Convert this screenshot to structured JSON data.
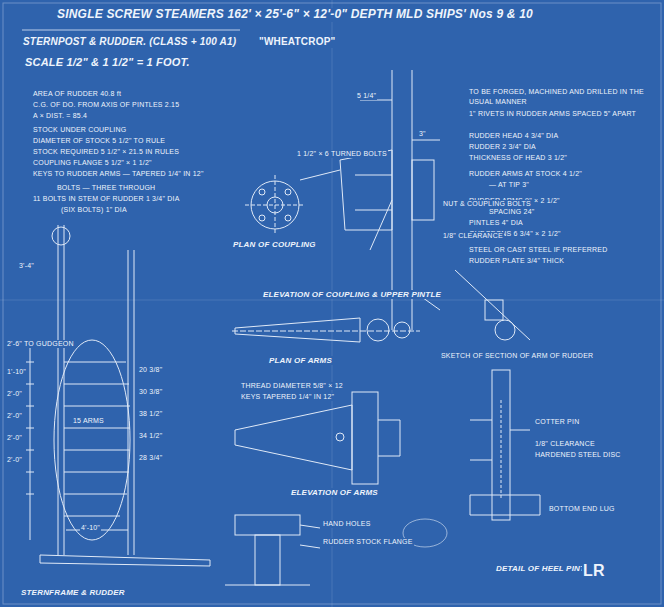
{
  "diagram": {
    "title": "SINGLE SCREW STEAMERS 162' × 25'-6\" × 12'-0\" DEPTH MLD   SHIPS' Nos 9 & 10",
    "labels": [
      "STERNPOST & RUDDER. (CLASS + 100 A1)",
      "\"WHEATCROP\"",
      "SCALE 1/2\" & 1 1/2\" = 1 FOOT.",
      "AREA OF RUDDER 40.8 ft",
      "C.G. OF DO. FROM AXIS OF PINTLES 2.15",
      "A × DIST. = 85.4",
      "STOCK UNDER COUPLING",
      "DIAMETER OF STOCK 5 1/2\" TO RULE",
      "STOCK REQUIRED 5 1/2\" × 21.5 IN RULES",
      "COUPLING FLANGE 5 1/2\" × 1 1/2\"",
      "KEYS TO RUDDER ARMS — TAPERED 1/4\" IN 12\"",
      "BOLTS — THREE THROUGH",
      "11 BOLTS IN STEM OF RUDDER 1 3/4\" DIA",
      "(SIX BOLTS) 1\" DIA",
      "TO BE FORGED, MACHINED AND DRILLED IN THE",
      "USUAL MANNER",
      "1\" RIVETS IN RUDDER ARMS SPACED 5\" APART",
      "RUDDER HEAD 4 3/4\" DIA",
      "RUDDER 2 3/4\" DIA",
      "THICKNESS OF HEAD 3 1/2\"",
      "RUDDER ARMS AT STOCK 4 1/2\"",
      "— AT TIP 3\"",
      "RUDDER ARMS 9\" × 2 1/2\"",
      "SPACING 24\"",
      "PINTLES 4\" DIA",
      "GUDGEONS 6 3/4\" × 2 1/2\"",
      "STEEL OR CAST STEEL IF PREFERRED",
      "RUDDER PLATE 3/4\" THICK",
      "1 1/2\" × 6 TURNED BOLTS",
      "PLAN OF COUPLING",
      "NUT & COUPLING BOLTS",
      "1/8\" CLEARANCE",
      "ELEVATION OF COUPLING & UPPER PINTLE",
      "5 1/4\"",
      "3\"",
      "PLAN OF ARMS",
      "SKETCH OF SECTION OF ARM OF RUDDER",
      "ELEVATION OF ARMS",
      "THREAD DIAMETER 5/8\" × 12",
      "KEYS TAPERED 1/4\" IN 12\"",
      "DETAIL OF HEEL PINTLE",
      "COTTER PIN",
      "1/8\" CLEARANCE",
      "HARDENED STEEL DISC",
      "BOTTOM END LUG",
      "STERNFRAME & RUDDER",
      "2'-6\" TO GUDGEON",
      "1'-10\"",
      "2'-0\"",
      "2'-0\"",
      "2'-0\"",
      "2'-0\"",
      "15 ARMS",
      "20 3/8\"",
      "30 3/8\"",
      "38 1/2\"",
      "34 1/2\"",
      "28 3/4\"",
      "4'-10\"",
      "3'-4\"",
      "LR",
      "HAND HOLES",
      "RUDDER STOCK FLANGE"
    ]
  }
}
